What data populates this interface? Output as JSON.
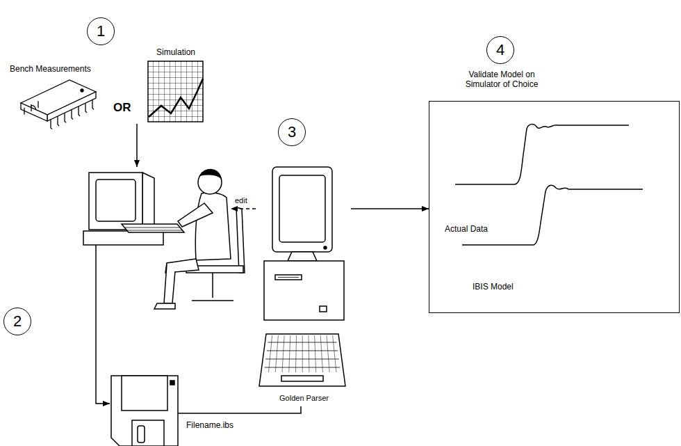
{
  "diagram": {
    "nodes": [
      {
        "text": [
          "1"
        ]
      },
      {
        "text": [
          "Bench Measurements"
        ]
      },
      {
        "text": [
          "Simulation"
        ]
      },
      {
        "text": [
          "4"
        ]
      },
      {
        "text": [
          "Validate Model on Simulator of Choice",
          "Actual Data",
          "IBIS Model"
        ]
      },
      {
        "text": [
          "3"
        ]
      },
      {
        "text": [
          "Golden Parser"
        ]
      },
      {
        "text": [
          "2"
        ]
      },
      {
        "text": [
          "Filename.ibs"
        ]
      }
    ],
    "edges": [
      {
        "from": 8,
        "to": 6,
        "arrow": "none"
      },
      {
        "from": 6,
        "to": 4,
        "arrow": "to"
      }
    ],
    "labels": [
      "OR",
      "edit"
    ]
  }
}
